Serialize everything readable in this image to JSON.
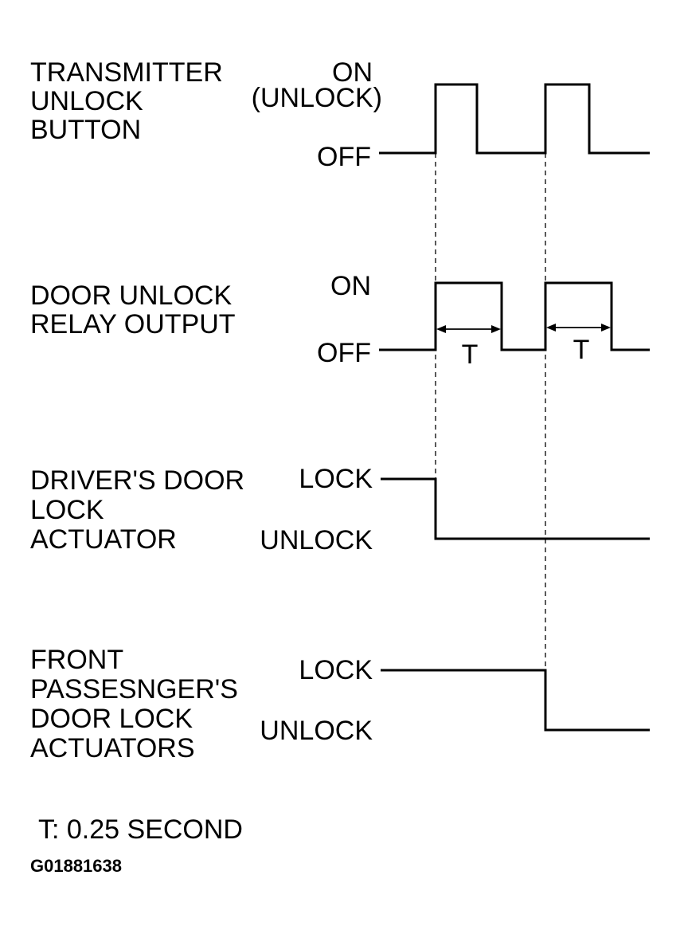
{
  "signals": [
    {
      "label_lines": [
        "TRANSMITTER",
        "UNLOCK",
        "BUTTON"
      ],
      "high_state": [
        "ON",
        "(UNLOCK)"
      ],
      "low_state": "OFF"
    },
    {
      "label_lines": [
        "DOOR UNLOCK",
        "RELAY OUTPUT"
      ],
      "high_state": [
        "ON"
      ],
      "low_state": "OFF",
      "pulse_label": "T"
    },
    {
      "label_lines": [
        "DRIVER'S DOOR",
        "LOCK",
        "ACTUATOR"
      ],
      "high_state": [
        "LOCK"
      ],
      "low_state": "UNLOCK"
    },
    {
      "label_lines": [
        "FRONT",
        "PASSESNGER'S",
        "DOOR LOCK",
        "ACTUATORS"
      ],
      "high_state": [
        "LOCK"
      ],
      "low_state": "UNLOCK"
    }
  ],
  "note": "T: 0.25 SECOND",
  "figure_id": "G01881638"
}
